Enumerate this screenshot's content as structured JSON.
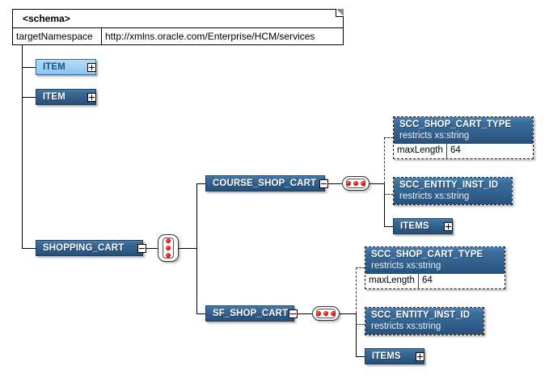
{
  "diagram": {
    "type": "xml-schema-tree",
    "schema": {
      "title": "<schema>",
      "attribute_name": "targetNamespace",
      "attribute_value": "http://xmlns.oracle.com/Enterprise/HCM/services"
    },
    "nodes": {
      "item_top": {
        "label": "ITEM",
        "expander": "plus",
        "state": "selected"
      },
      "item_second": {
        "label": "ITEM",
        "expander": "plus",
        "state": "normal"
      },
      "shopping_cart": {
        "label": "SHOPPING_CART",
        "expander": "minus",
        "state": "normal"
      },
      "course_shop_cart": {
        "label": "COURSE_SHOP_CART",
        "expander": "minus",
        "state": "normal"
      },
      "sf_shop_cart": {
        "label": "SF_SHOP_CART",
        "expander": "minus",
        "state": "normal"
      },
      "items_upper": {
        "label": "ITEMS",
        "expander": "plus",
        "state": "normal"
      },
      "items_lower": {
        "label": "ITEMS",
        "expander": "plus",
        "state": "normal"
      }
    },
    "types": {
      "cart_type_upper": {
        "name": "SCC_SHOP_CART_TYPE",
        "restriction": "restricts xs:string",
        "facet_name": "maxLength",
        "facet_value": "64"
      },
      "entity_inst_upper": {
        "name": "SCC_ENTITY_INST_ID",
        "restriction": "restricts xs:string"
      },
      "cart_type_lower": {
        "name": "SCC_SHOP_CART_TYPE",
        "restriction": "restricts xs:string",
        "facet_name": "maxLength",
        "facet_value": "64"
      },
      "entity_inst_lower": {
        "name": "SCC_ENTITY_INST_ID",
        "restriction": "restricts xs:string"
      }
    },
    "compositors": {
      "shopping_cart_choice": {
        "kind": "choice",
        "dot_count": 3,
        "orientation": "vertical"
      },
      "course_sequence": {
        "kind": "sequence",
        "dot_count": 3,
        "orientation": "horizontal"
      },
      "sf_sequence": {
        "kind": "sequence",
        "dot_count": 3,
        "orientation": "horizontal"
      }
    },
    "colors": {
      "node_blue": "#2f5d88",
      "node_blue_light": "#a4d2f2",
      "dot_red": "#e00000",
      "line": "#000000",
      "background": "#ffffff"
    }
  }
}
